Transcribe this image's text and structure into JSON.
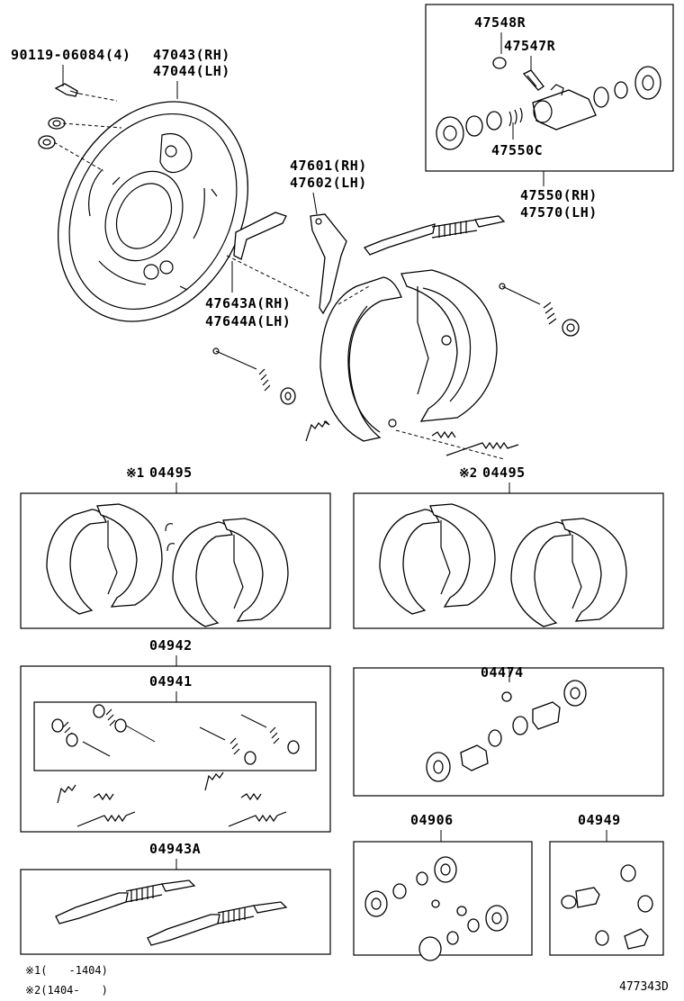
{
  "labels": {
    "bolt": "90119-06084(4)",
    "backing_plate_rh": "47043(RH)",
    "backing_plate_lh": "47044(LH)",
    "cylinder_cap": "47548R",
    "bleeder_plug": "47547R",
    "cylinder_kit": "47550C",
    "wheel_cylinder_rh": "47550(RH)",
    "wheel_cylinder_lh": "47570(LH)",
    "parking_lever_rh": "47601(RH)",
    "parking_lever_lh": "47602(LH)",
    "strut_rh": "47643A(RH)",
    "strut_lh": "47644A(LH)",
    "shoe_kit_1": "04495",
    "shoe_kit_2": "04495",
    "mark_1": "※1",
    "mark_2": "※2",
    "spring_kit": "04942",
    "spring_kit_inner": "04941",
    "adjuster_kit": "04943A",
    "cylinder_kit_a": "04474",
    "cup_kit": "04906",
    "boot_kit": "04949",
    "note_1": "※1(　　-1404)",
    "note_2": "※2(1404-　　)",
    "diagram_code": "477343D"
  }
}
